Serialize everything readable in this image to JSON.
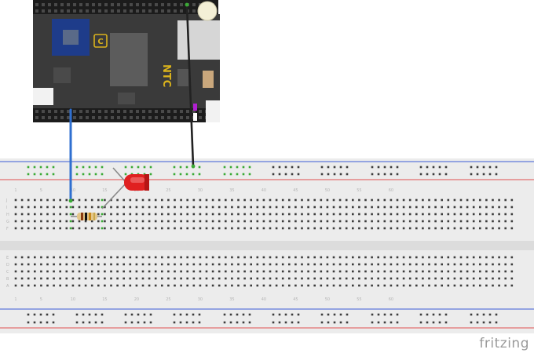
{
  "board": {
    "logo_text": "NTC",
    "chip_icon": "ntc-chip-icon"
  },
  "breadboard": {
    "row_letters_top": [
      "J",
      "I",
      "H",
      "G",
      "F"
    ],
    "row_letters_bottom": [
      "E",
      "D",
      "C",
      "B",
      "A"
    ],
    "column_markers": [
      "1",
      "5",
      "10",
      "15",
      "20",
      "25",
      "30",
      "35",
      "40",
      "45",
      "50",
      "55",
      "60"
    ],
    "rail_color_red": "#e05050",
    "rail_color_blue": "#3b5bd6",
    "active_hole_color": "#3aaa35"
  },
  "components": {
    "led": {
      "color": "#e02020",
      "name": "red-led"
    },
    "resistor": {
      "bands": [
        "#8a3b12",
        "#111111",
        "#c98a1b",
        "#c9a84a"
      ]
    },
    "wire_blue": {
      "color": "#2f6fd0"
    },
    "wire_black": {
      "color": "#222222"
    }
  },
  "footer": {
    "brand": "fritzing"
  }
}
